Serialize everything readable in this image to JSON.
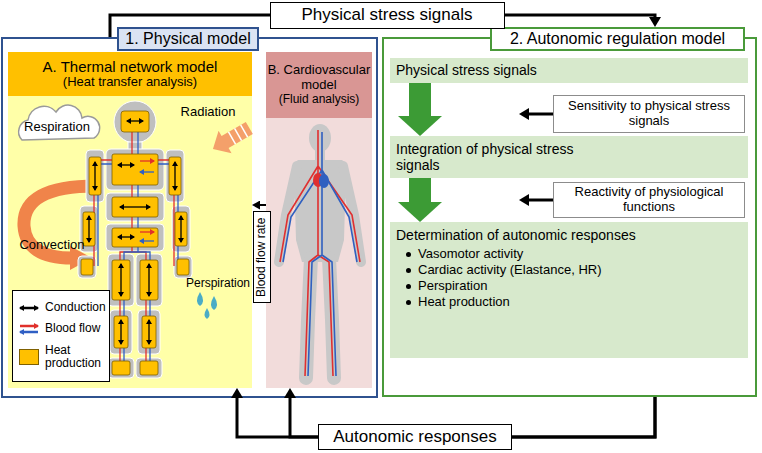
{
  "diagram": {
    "nodes": [
      {
        "text": [
          "1. Physical model"
        ]
      },
      {
        "text": [
          "A. Thermal network model",
          "(Heat transfer analysis)"
        ],
        "in": 0
      },
      {
        "text": [
          "B. Cardiovascular model",
          "(Fluid analysis)"
        ],
        "in": 0
      },
      {
        "text": [
          "2. Autonomic regulation model"
        ]
      },
      {
        "text": [
          "Physical stress signals"
        ],
        "in": 3
      },
      {
        "text": [
          "Sensitivity to physical stress signals"
        ],
        "in": 3
      },
      {
        "text": [
          "Integration of physical stress signals"
        ],
        "in": 3
      },
      {
        "text": [
          "Reactivity of physiological functions"
        ],
        "in": 3
      },
      {
        "text": [
          "Determination of autonomic responses",
          "Vasomotor activity",
          "Cardiac activity (Elastance, HR)",
          "Perspiration",
          "Heat production"
        ],
        "in": 3
      }
    ],
    "edges": [
      {
        "from": 0,
        "to": 3,
        "label": "Physical stress signals",
        "arrow": "to"
      },
      {
        "from": 3,
        "to": 1,
        "label": "Autonomic responses",
        "arrow": "to"
      },
      {
        "from": 3,
        "to": 2,
        "arrow": "to"
      },
      {
        "from": 2,
        "to": 1,
        "label": "Blood flow rate",
        "arrow": "to"
      },
      {
        "from": 4,
        "to": 6,
        "arrow": "to"
      },
      {
        "from": 6,
        "to": 8,
        "arrow": "to"
      }
    ],
    "labels": [
      "Respiration",
      "Radiation",
      "Convection",
      "Perspiration"
    ],
    "legend": [
      {
        "text": "Conduction"
      },
      {
        "text": "Blood flow"
      },
      {
        "text": "Heat production",
        "color": "#ffc000"
      }
    ]
  }
}
